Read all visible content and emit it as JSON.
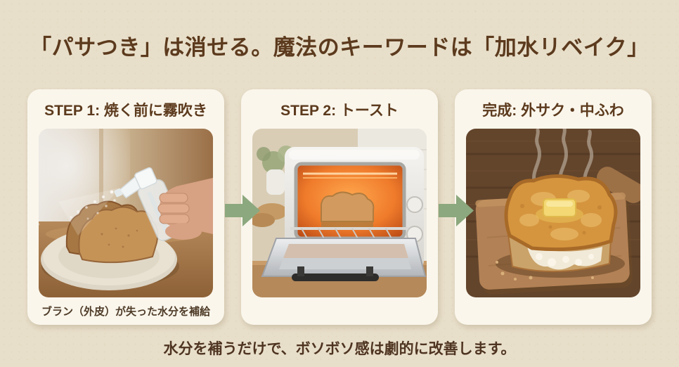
{
  "title": "「パサつき」は消せる。魔法のキーワードは「加水リベイク」",
  "footer": "水分を補うだけで、ボソボソ感は劇的に改善します。",
  "steps": [
    {
      "header": "STEP 1: 焼く前に霧吹き",
      "caption": "ブラン（外皮）が失った水分を補給",
      "photo": "bread-slices-on-plate-misted-by-spray-bottle"
    },
    {
      "header": "STEP 2: トースト",
      "photo": "open-toaster-oven-glowing-orange-with-bread"
    },
    {
      "header": "完成: 外サク・中ふわ",
      "photo": "steaming-golden-toast-with-butter-on-cutting-board"
    }
  ],
  "icons": {
    "arrow_between_steps": "arrow-right-icon"
  },
  "colors": {
    "background": "#e8dfca",
    "card": "#faf6ec",
    "heading_text": "#5c3a1d",
    "caption_text": "#4e3b27",
    "footer_text": "#4e3421",
    "arrow_green": "#8ca87e"
  }
}
